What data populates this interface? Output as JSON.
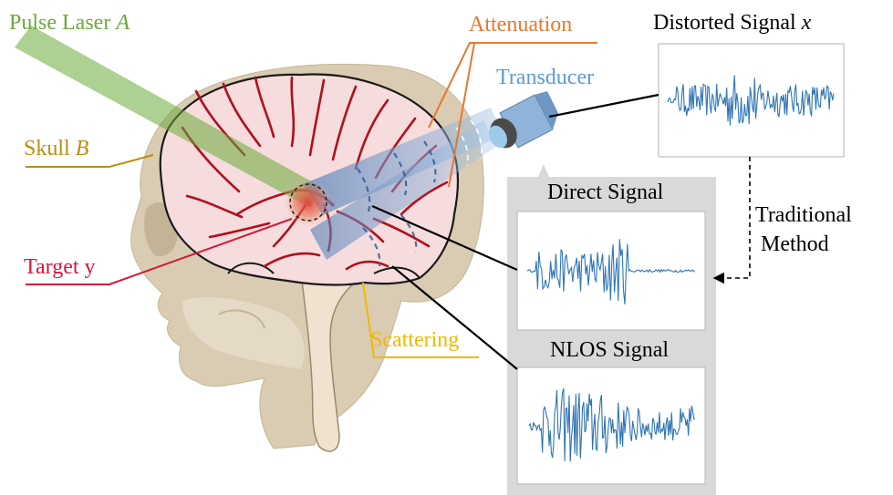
{
  "labels": {
    "pulse_laser": "Pulse Laser",
    "pulse_laser_var": "A",
    "skull": "Skull",
    "skull_var": "B",
    "target": "Target y",
    "attenuation": "Attenuation",
    "transducer": "Transducer",
    "scattering": "Scattering",
    "distorted_signal": "Distorted Signal",
    "distorted_signal_var": "x",
    "direct_signal": "Direct Signal",
    "nlos_signal": "NLOS Signal",
    "traditional_method": [
      "Traditional",
      "Method"
    ]
  },
  "colors": {
    "laser": "#6aaa3a",
    "skull_label": "#b8900a",
    "target": "#d11a38",
    "attenuation": "#e8782a",
    "transducer": "#5b9bd5",
    "scattering": "#f2b705",
    "signal_line": "#2e75b6",
    "vessel": "#b0101e",
    "skull_fill": "#d9ccb2",
    "brain_fill": "#f6dcdc",
    "panel": "#d9d9d9"
  },
  "icons": {
    "transducer": "transducer-icon",
    "arrow": "arrow-left-icon"
  }
}
